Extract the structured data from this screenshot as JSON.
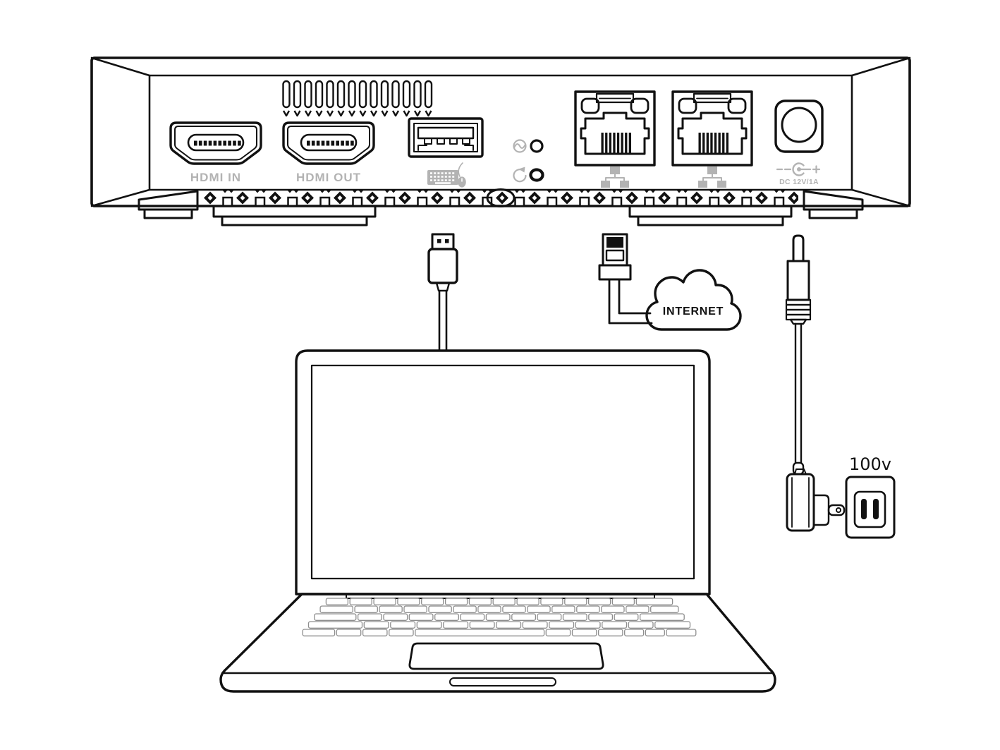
{
  "device": {
    "hdmi_in_label": "HDMI IN",
    "hdmi_out_label": "HDMI OUT",
    "dc_power_label": "DC 12V/1A",
    "icons": {
      "usb_port": "keyboard-mouse-icon",
      "status": "status-wave-icon",
      "reset": "reset-arrow-icon",
      "ethernet": "lan-network-icon",
      "dc": "dc-polarity-icon"
    }
  },
  "internet_cloud": {
    "label": "INTERNET"
  },
  "wall_outlet": {
    "label": "100v"
  },
  "colors": {
    "line": "#111111",
    "muted_gray": "#b3b3b3",
    "background": "#ffffff"
  }
}
